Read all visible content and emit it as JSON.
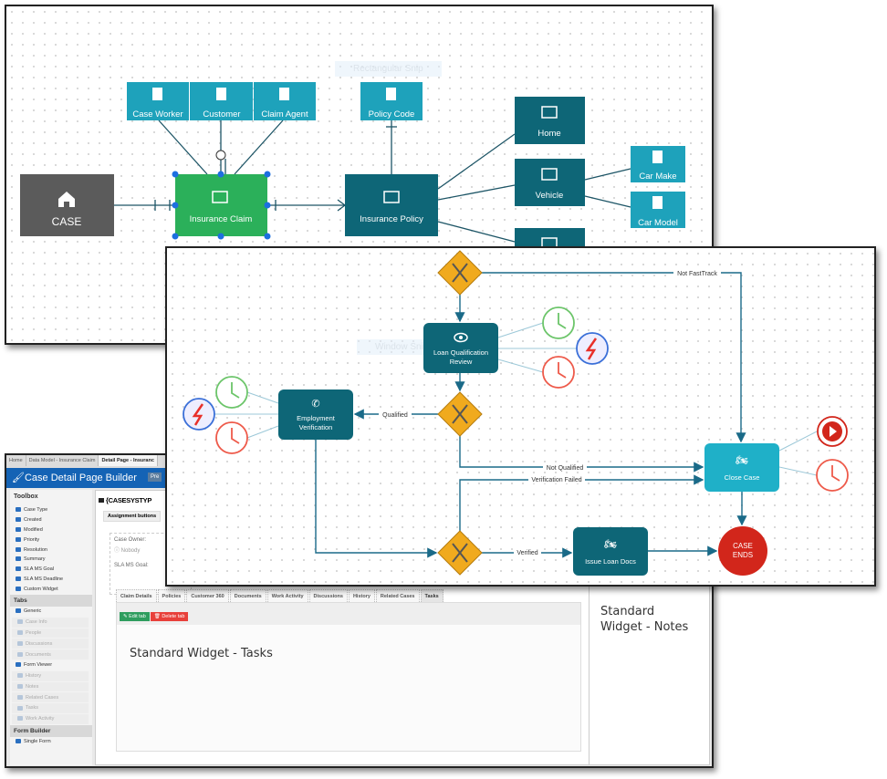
{
  "colors": {
    "entity_light": "#1ea2bb",
    "entity_dark": "#0e6677",
    "case_grey": "#5b5b5b",
    "selected_green": "#2bb05a",
    "gateway": "#f0aa1e",
    "end_red": "#d2261b",
    "timer_green": "#6cc56a",
    "timer_red": "#ee5a4a",
    "header_blue": "#1463b5"
  },
  "er_diagram": {
    "snip_overlay": "Rectangular Snip",
    "nodes": {
      "case": "CASE",
      "insurance_claim": "Insurance Claim",
      "case_worker": "Case Worker",
      "customer": "Customer",
      "claim_agent": "Claim Agent",
      "policy_code": "Policy Code",
      "insurance_policy": "Insurance Policy",
      "home": "Home",
      "vehicle": "Vehicle",
      "car_make": "Car Make",
      "car_model": "Car Model"
    }
  },
  "workflow": {
    "snip_overlay": "Window Snip",
    "nodes": {
      "loan_review_1": "Loan Qualification",
      "loan_review_2": "Review",
      "employment_1": "Employment",
      "employment_2": "Verification",
      "close_case": "Close Case",
      "issue_loan_docs": "Issue Loan Docs",
      "case_ends_1": "CASE",
      "case_ends_2": "ENDS"
    },
    "edge_labels": {
      "not_fasttrack": "Not FastTrack",
      "qualified": "Qualified",
      "not_qualified": "Not Qualified",
      "verification_failed": "Verification Failed",
      "verified": "Verified"
    }
  },
  "builder": {
    "window_tabs": [
      "Home",
      "Data Model - Insurance Claim",
      "Detail Page - Insuranc"
    ],
    "title": "Case Detail Page Builder",
    "preview_label": "Pre",
    "toolbox": {
      "title": "Toolbox",
      "items": [
        "Case Type",
        "Created",
        "Modified",
        "Priority",
        "Resolution",
        "Summary",
        "SLA MS Goal",
        "SLA MS Deadline",
        "Custom Widget"
      ]
    },
    "tabs_section": {
      "title": "Tabs",
      "items": [
        {
          "label": "Generic",
          "enabled": true
        },
        {
          "label": "Case Info",
          "enabled": false
        },
        {
          "label": "People",
          "enabled": false
        },
        {
          "label": "Discussions",
          "enabled": false
        },
        {
          "label": "Documents",
          "enabled": false
        },
        {
          "label": "Form Viewer",
          "enabled": true
        },
        {
          "label": "History",
          "enabled": false
        },
        {
          "label": "Notes",
          "enabled": false
        },
        {
          "label": "Related Cases",
          "enabled": false
        },
        {
          "label": "Tasks",
          "enabled": false
        },
        {
          "label": "Work Activity",
          "enabled": false
        }
      ]
    },
    "form_builder": {
      "title": "Form Builder",
      "items": [
        "Single Form"
      ]
    },
    "page_heading": "{CASESYSTYP",
    "assignment_buttons": "Assignment buttons",
    "case_owner_label": "Case Owner:",
    "case_owner_value": "Nobody",
    "sla_goal_label": "SLA MS Goal:",
    "content_tabs": [
      "Claim Details",
      "Policies",
      "Customer 360",
      "Documents",
      "Work Activity",
      "Discussions",
      "History",
      "Related Cases",
      "Tasks"
    ],
    "active_content_tab": "Tasks",
    "edit_tab": "Edit tab",
    "delete_tab": "Delete tab",
    "tasks_widget": "Standard Widget - Tasks",
    "notes_widget_1": "Standard",
    "notes_widget_2": "Widget - Notes"
  }
}
